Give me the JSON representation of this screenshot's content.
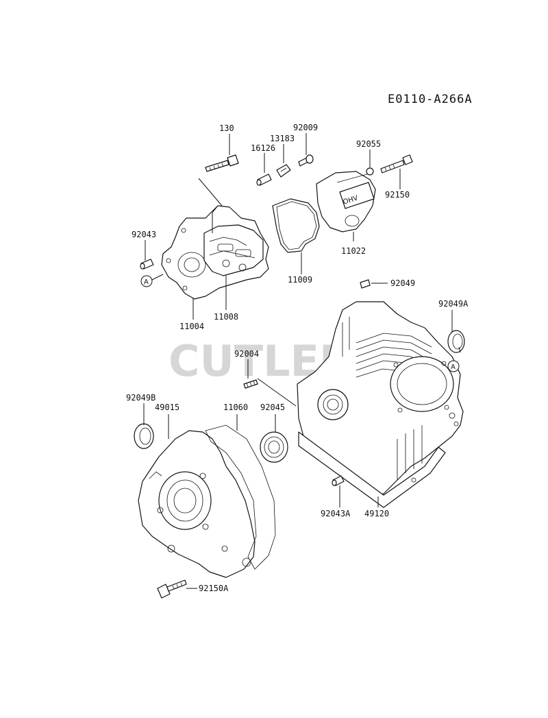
{
  "diagram_code": "E0110-A266A",
  "watermark": "CUTLER",
  "reference_marker": "A",
  "cover_marking": "OHV",
  "parts": [
    {
      "id": "p130",
      "label": "130"
    },
    {
      "id": "p16126",
      "label": "16126"
    },
    {
      "id": "p13183",
      "label": "13183"
    },
    {
      "id": "p92009",
      "label": "92009"
    },
    {
      "id": "p92055",
      "label": "92055"
    },
    {
      "id": "p92150",
      "label": "92150"
    },
    {
      "id": "p92043",
      "label": "92043"
    },
    {
      "id": "p11022",
      "label": "11022"
    },
    {
      "id": "p11009",
      "label": "11009"
    },
    {
      "id": "p11004",
      "label": "11004"
    },
    {
      "id": "p11008",
      "label": "11008"
    },
    {
      "id": "p92049",
      "label": "92049"
    },
    {
      "id": "p92049A",
      "label": "92049A"
    },
    {
      "id": "p92004",
      "label": "92004"
    },
    {
      "id": "p92049B",
      "label": "92049B"
    },
    {
      "id": "p49015",
      "label": "49015"
    },
    {
      "id": "p11060",
      "label": "11060"
    },
    {
      "id": "p92045",
      "label": "92045"
    },
    {
      "id": "p92043A",
      "label": "92043A"
    },
    {
      "id": "p49120",
      "label": "49120"
    },
    {
      "id": "p92150A",
      "label": "92150A"
    }
  ]
}
